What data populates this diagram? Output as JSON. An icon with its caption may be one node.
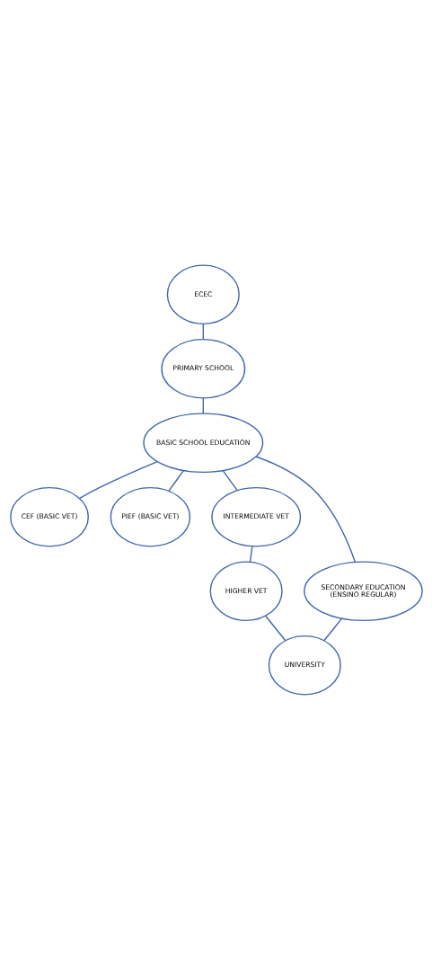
{
  "diagram": {
    "nodes": [
      {
        "text": [
          "ECEC"
        ]
      },
      {
        "text": [
          "PRIMARY SCHOOL"
        ]
      },
      {
        "text": [
          "BASIC SCHOOL EDUCATION"
        ]
      },
      {
        "text": [
          "CEF (BASIC VET)"
        ]
      },
      {
        "text": [
          "PIEF (BASIC VET)"
        ]
      },
      {
        "text": [
          "INTERMEDIATE VET"
        ]
      },
      {
        "text": [
          "SECONDARY EDUCATION (ENSINO REGULAR)"
        ]
      },
      {
        "text": [
          "HIGHER VET"
        ]
      },
      {
        "text": [
          "UNIVERSITY"
        ]
      }
    ],
    "edges": [
      {
        "from": 0,
        "to": 1,
        "arrow": "none"
      },
      {
        "from": 1,
        "to": 2,
        "arrow": "none"
      },
      {
        "from": 2,
        "to": 3,
        "arrow": "none"
      },
      {
        "from": 2,
        "to": 4,
        "arrow": "none"
      },
      {
        "from": 2,
        "to": 5,
        "arrow": "none"
      },
      {
        "from": 2,
        "to": 6,
        "arrow": "none"
      },
      {
        "from": 5,
        "to": 7,
        "arrow": "none"
      },
      {
        "from": 6,
        "to": 8,
        "arrow": "none"
      },
      {
        "from": 7,
        "to": 8,
        "arrow": "none"
      }
    ]
  }
}
